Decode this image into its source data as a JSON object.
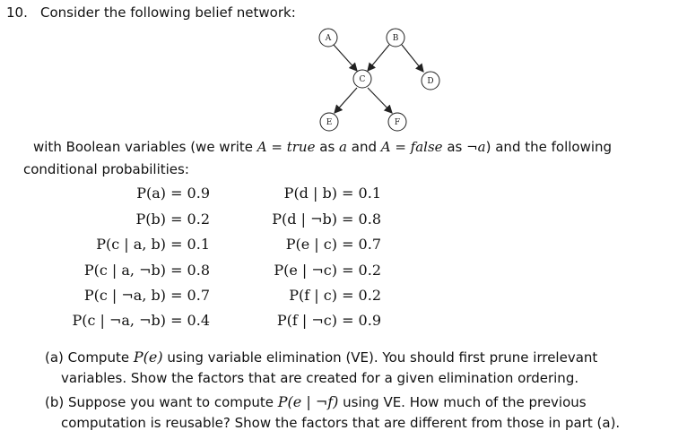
{
  "question": {
    "number": "10.",
    "text": "Consider the following belief network:"
  },
  "network": {
    "nodes": [
      "A",
      "B",
      "C",
      "D",
      "E",
      "F"
    ],
    "edges": [
      [
        "A",
        "C"
      ],
      [
        "B",
        "C"
      ],
      [
        "B",
        "D"
      ],
      [
        "C",
        "E"
      ],
      [
        "C",
        "F"
      ]
    ]
  },
  "intro": {
    "line1_pre": "with Boolean variables (we write ",
    "line1_m1": "A = true",
    "line1_mid1": " as ",
    "line1_m2": "a",
    "line1_mid2": " and ",
    "line1_m3": "A = false",
    "line1_mid3": " as ",
    "line1_m4": "¬a",
    "line1_post": ") and the following",
    "line2": "conditional probabilities:"
  },
  "probabilities": {
    "left": [
      "P(a) = 0.9",
      "P(b) = 0.2",
      "P(c | a, b) = 0.1",
      "P(c | a, ¬b) = 0.8",
      "P(c | ¬a, b) = 0.7",
      "P(c | ¬a, ¬b) = 0.4"
    ],
    "right": [
      "P(d | b) = 0.1",
      "P(d | ¬b) = 0.8",
      "P(e | c) = 0.7",
      "P(e | ¬c) = 0.2",
      "P(f | c) = 0.2",
      "P(f | ¬c) = 0.9"
    ]
  },
  "parts": {
    "a_label": "(a)",
    "a_pre": " Compute ",
    "a_math": "P(e)",
    "a_post": " using variable elimination (VE). You should first prune irrelevant",
    "a_line2": "variables. Show the factors that are created for a given elimination ordering.",
    "b_label": "(b)",
    "b_pre": " Suppose you want to compute ",
    "b_math": "P(e | ¬f)",
    "b_post": " using VE. How much of the previous",
    "b_line2": "computation is reusable? Show the factors that are different from those in part (a)."
  }
}
